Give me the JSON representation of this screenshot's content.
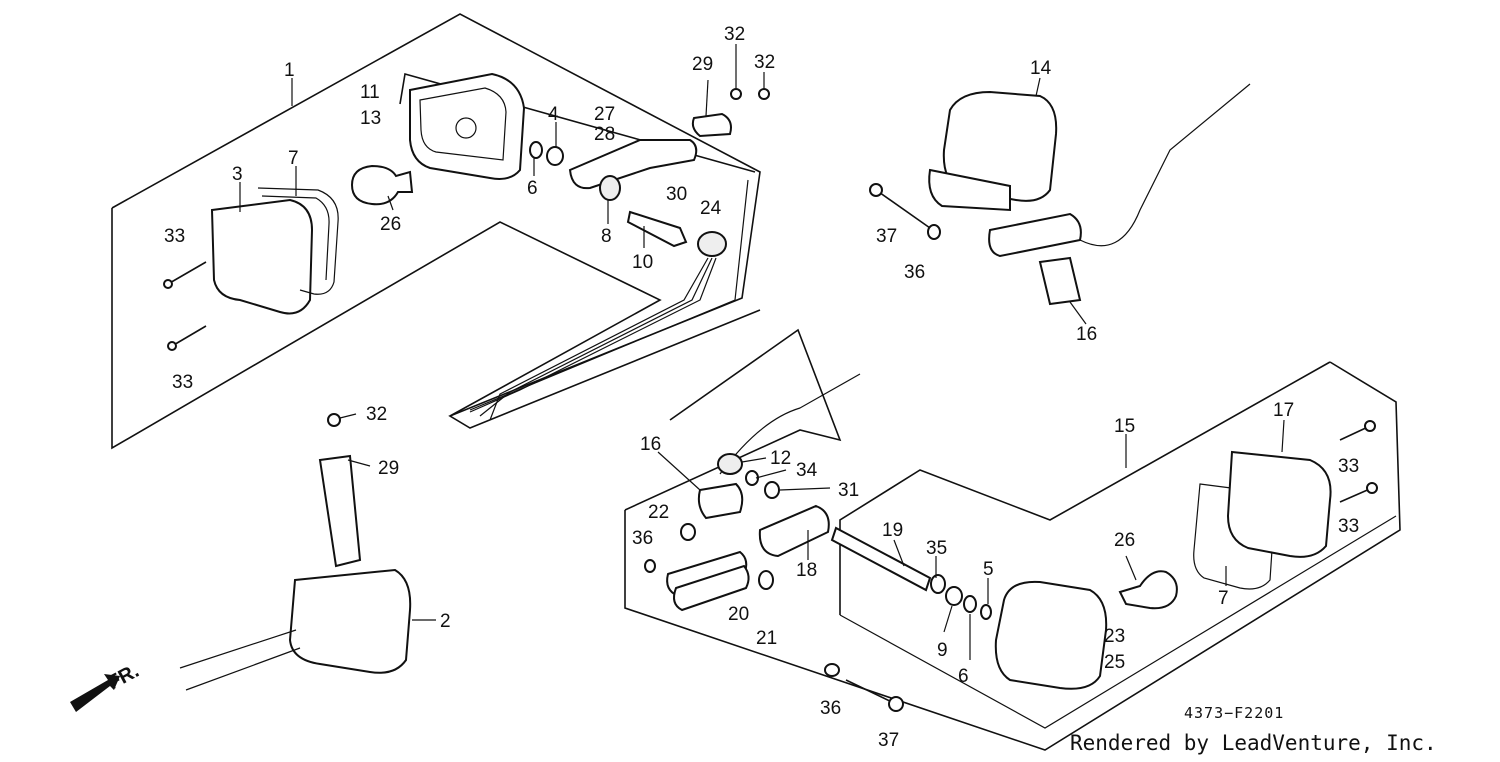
{
  "diagram": {
    "callouts": [
      "1",
      "2",
      "3",
      "4",
      "5",
      "6",
      "7",
      "8",
      "9",
      "10",
      "11",
      "12",
      "13",
      "14",
      "15",
      "16",
      "17",
      "18",
      "19",
      "20",
      "21",
      "22",
      "23",
      "24",
      "25",
      "26",
      "27",
      "28",
      "29",
      "30",
      "31",
      "32",
      "33",
      "34",
      "35",
      "36",
      "37"
    ],
    "extra_labels": {
      "l6b": "6",
      "l7b": "7",
      "l16b": "16",
      "l26b": "26",
      "l29b": "29",
      "l32b": "32",
      "l32c": "32",
      "l33b": "33",
      "l33c": "33",
      "l33d": "33",
      "l36b": "36",
      "l37b": "37"
    },
    "front_marker": "FR.",
    "drawing_code": "4373−F2201",
    "credit": "Rendered by LeadVenture, Inc."
  }
}
